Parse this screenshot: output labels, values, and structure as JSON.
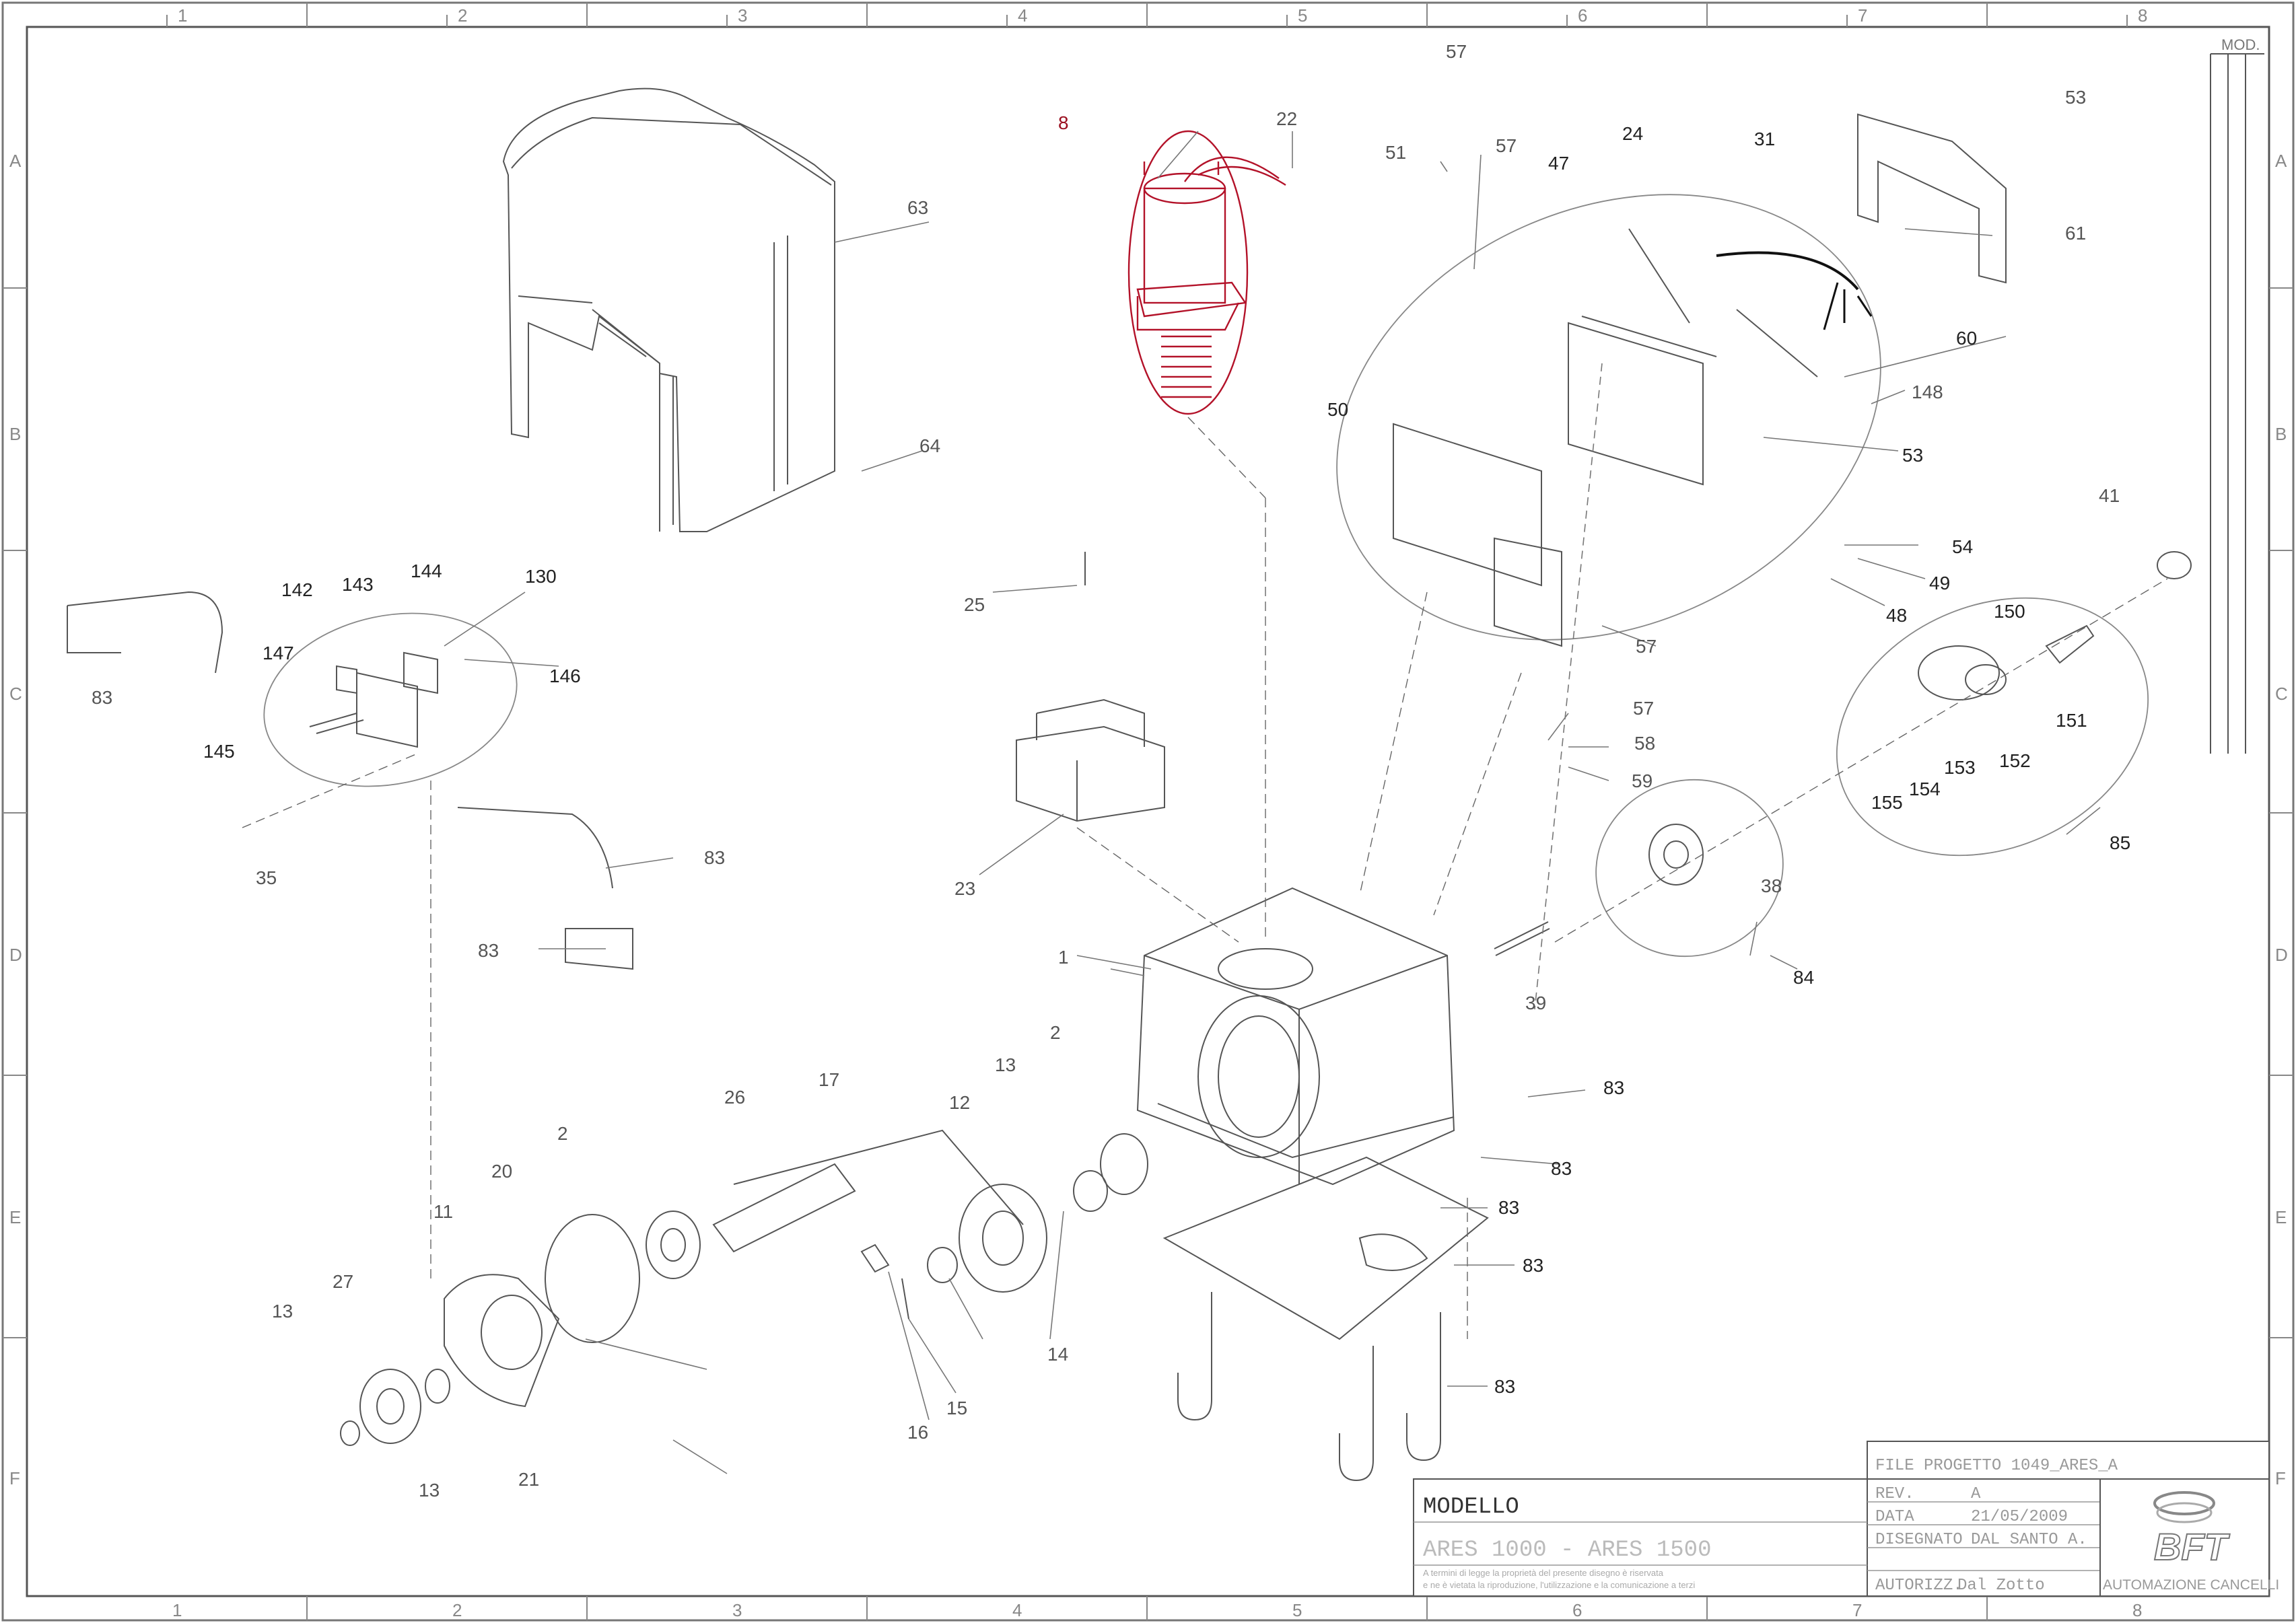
{
  "grid": {
    "cols": [
      "1",
      "2",
      "3",
      "4",
      "5",
      "6",
      "7",
      "8"
    ],
    "rows": [
      "A",
      "B",
      "C",
      "D",
      "E",
      "F"
    ],
    "mod": "MOD."
  },
  "labels": {
    "l1": "1",
    "l2a": "2",
    "l2b": "2",
    "l8": "8",
    "l11": "11",
    "l12": "12",
    "l13a": "13",
    "l13b": "13",
    "l13c": "13",
    "l14": "14",
    "l15": "15",
    "l16": "16",
    "l17": "17",
    "l20": "20",
    "l21": "21",
    "l22": "22",
    "l23": "23",
    "l24": "24",
    "l25": "25",
    "l26": "26",
    "l27": "27",
    "l31": "31",
    "l35": "35",
    "l38": "38",
    "l39": "39",
    "l41": "41",
    "l47": "47",
    "l48": "48",
    "l49": "49",
    "l50": "50",
    "l51": "51",
    "l53a": "53",
    "l53b": "53",
    "l54": "54",
    "l57a": "57",
    "l57b": "57",
    "l57c": "57",
    "l57d": "57",
    "l58": "58",
    "l59": "59",
    "l60": "60",
    "l61": "61",
    "l63": "63",
    "l64": "64",
    "l83a": "83",
    "l83b": "83",
    "l83c": "83",
    "l83d": "83",
    "l83e": "83",
    "l83f": "83",
    "l83g": "83",
    "l83h": "83",
    "l84": "84",
    "l85": "85",
    "l130": "130",
    "l142": "142",
    "l143": "143",
    "l144": "144",
    "l145": "145",
    "l146": "146",
    "l147": "147",
    "l148": "148",
    "l150": "150",
    "l151": "151",
    "l152": "152",
    "l153": "153",
    "l154": "154",
    "l155": "155"
  },
  "title_block": {
    "modello_label": "MODELLO",
    "modello_value": "ARES 1000 - ARES 1500",
    "notice_line1": "A termini di legge la proprietà del presente disegno è riservata",
    "notice_line2": "e ne è vietata la riproduzione, l'utilizzazione e la comunicazione a terzi",
    "file_progetto": "FILE PROGETTO  1049_ARES_A",
    "rev_label": "REV.",
    "rev_value": "A",
    "data_label": "DATA",
    "data_value": "21/05/2009",
    "disegnato_label": "DISEGNATO",
    "disegnato_value": "DAL SANTO A.",
    "autorizz_label": "AUTORIZZ.",
    "autorizz_value": "Dal Zotto",
    "logo_text": "BFT",
    "company": "AUTOMAZIONE CANCELLI"
  },
  "colors": {
    "highlight": "#b31229",
    "line": "#666666"
  }
}
